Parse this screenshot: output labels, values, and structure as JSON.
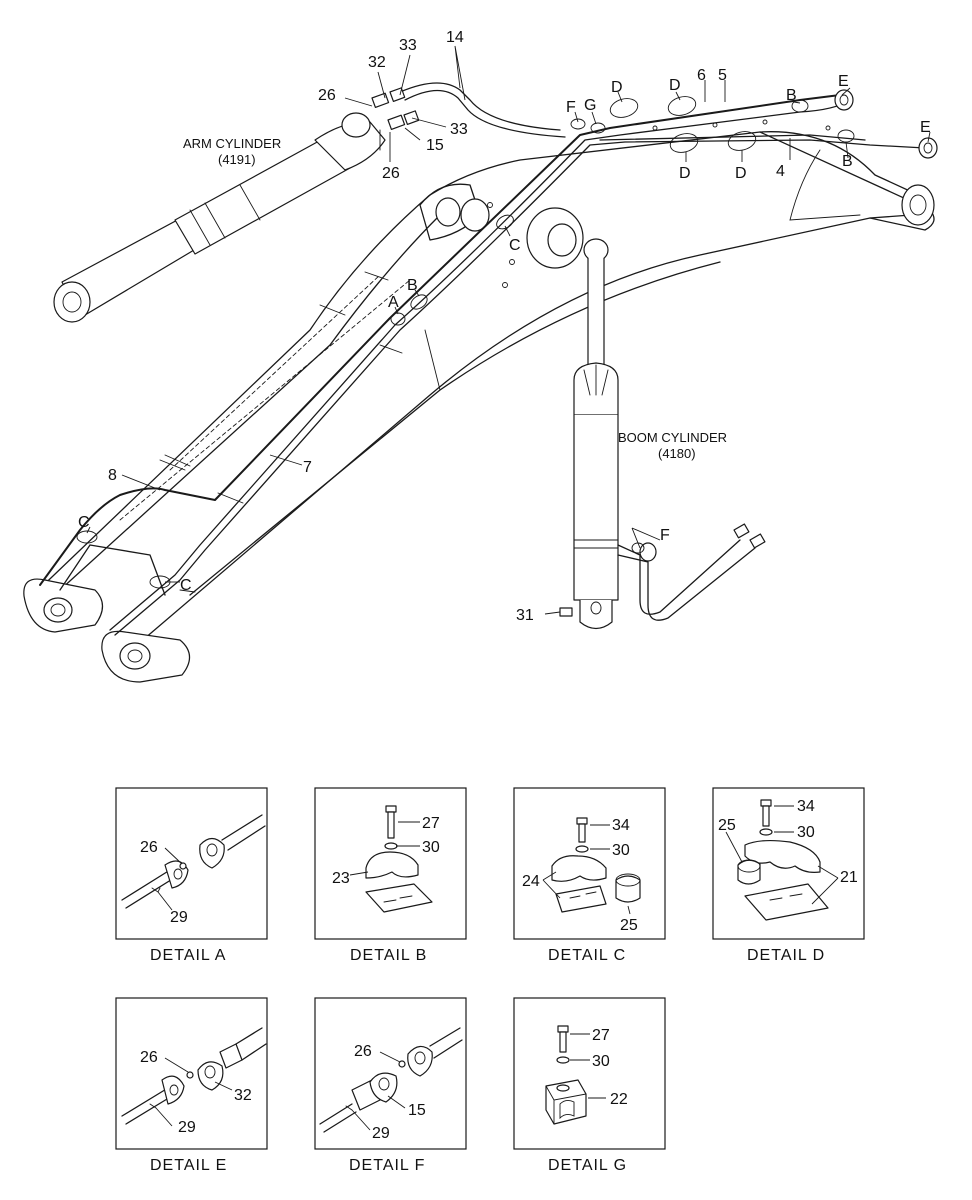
{
  "callouts": {
    "c14": "14",
    "c33a": "33",
    "c32": "32",
    "c26a": "26",
    "c33b": "33",
    "c15": "15",
    "c26b": "26",
    "c6": "6",
    "c5": "5",
    "cD1": "D",
    "cD2": "D",
    "cD3": "D",
    "cD4": "D",
    "cF": "F",
    "cG": "G",
    "cB1": "B",
    "cE1": "E",
    "cE2": "E",
    "cB2": "B",
    "c4": "4",
    "cC1": "C",
    "cB3": "B",
    "cA": "A",
    "c8": "8",
    "c7": "7",
    "cC2": "C",
    "cC3": "C",
    "cF2": "F",
    "c31": "31"
  },
  "labels": {
    "arm_cylinder": "ARM CYLINDER",
    "arm_cylinder_code": "(4191)",
    "boom_cylinder": "BOOM CYLINDER",
    "boom_cylinder_code": "(4180)"
  },
  "details": {
    "a": {
      "caption": "DETAIL  A",
      "n26": "26",
      "n29": "29"
    },
    "b": {
      "caption": "DETAIL  B",
      "n27": "27",
      "n30": "30",
      "n23": "23"
    },
    "c": {
      "caption": "DETAIL  C",
      "n34": "34",
      "n30": "30",
      "n24": "24",
      "n25": "25"
    },
    "d": {
      "caption": "DETAIL  D",
      "n34": "34",
      "n25": "25",
      "n30": "30",
      "n21": "21"
    },
    "e": {
      "caption": "DETAIL  E",
      "n26": "26",
      "n32": "32",
      "n29": "29"
    },
    "f": {
      "caption": "DETAIL  F",
      "n26": "26",
      "n15": "15",
      "n29": "29"
    },
    "g": {
      "caption": "DETAIL  G",
      "n27": "27",
      "n30": "30",
      "n22": "22"
    }
  }
}
